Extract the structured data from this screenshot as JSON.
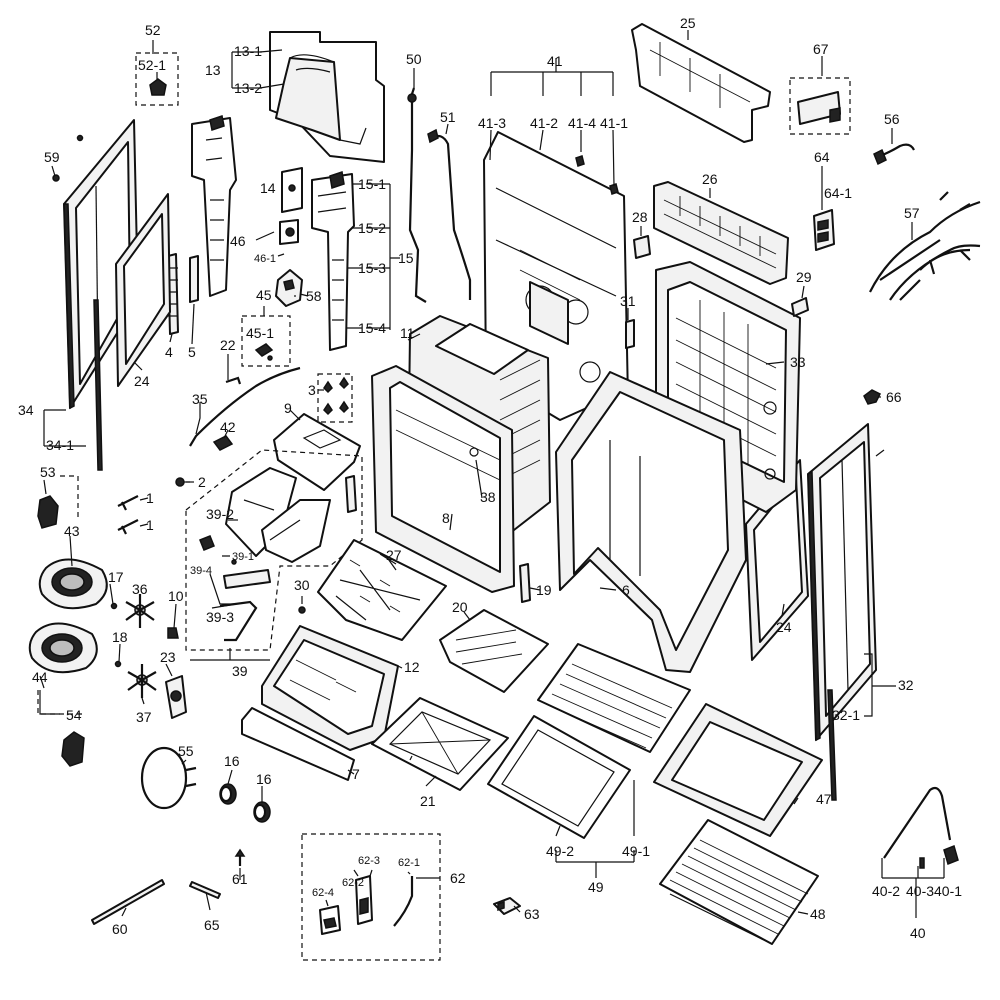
{
  "labels": {
    "p1a": "1",
    "p1b": "1",
    "p2": "2",
    "p3": "3",
    "p4": "4",
    "p5": "5",
    "p6": "6",
    "p7": "7",
    "p8": "8",
    "p9": "9",
    "p10": "10",
    "p11": "11",
    "p12": "12",
    "p13": "13",
    "p13_1": "13-1",
    "p13_2": "13-2",
    "p14": "14",
    "p15": "15",
    "p15_1": "15-1",
    "p15_2": "15-2",
    "p15_3": "15-3",
    "p15_4": "15-4",
    "p16a": "16",
    "p16b": "16",
    "p17": "17",
    "p18": "18",
    "p19": "19",
    "p20": "20",
    "p21": "21",
    "p22": "22",
    "p23": "23",
    "p24a": "24",
    "p24b": "24",
    "p25": "25",
    "p26": "26",
    "p27": "27",
    "p28": "28",
    "p29": "29",
    "p30": "30",
    "p31": "31",
    "p32": "32",
    "p32_1": "32-1",
    "p33": "33",
    "p34": "34",
    "p34_1": "34-1",
    "p35": "35",
    "p36": "36",
    "p37": "37",
    "p38": "38",
    "p39": "39",
    "p39_1": "39-1",
    "p39_2": "39-2",
    "p39_3": "39-3",
    "p39_4": "39-4",
    "p40": "40",
    "p40_1": "40-1",
    "p40_2": "40-2",
    "p40_3": "40-3",
    "p41": "41",
    "p41_1": "41-1",
    "p41_2": "41-2",
    "p41_3": "41-3",
    "p41_4": "41-4",
    "p42": "42",
    "p43": "43",
    "p44": "44",
    "p45": "45",
    "p45_1": "45-1",
    "p46": "46",
    "p46_1": "46-1",
    "p47": "47",
    "p48": "48",
    "p49": "49",
    "p49_1": "49-1",
    "p49_2": "49-2",
    "p50": "50",
    "p51": "51",
    "p52": "52",
    "p52_1": "52-1",
    "p53": "53",
    "p54": "54",
    "p55": "55",
    "p56": "56",
    "p57": "57",
    "p58": "58",
    "p59": "59",
    "p60": "60",
    "p61": "61",
    "p62": "62",
    "p62_1": "62-1",
    "p62_2": "62-2",
    "p62_3": "62-3",
    "p62_4": "62-4",
    "p63": "63",
    "p64": "64",
    "p64_1": "64-1",
    "p65": "65",
    "p66": "66",
    "p67": "67"
  }
}
